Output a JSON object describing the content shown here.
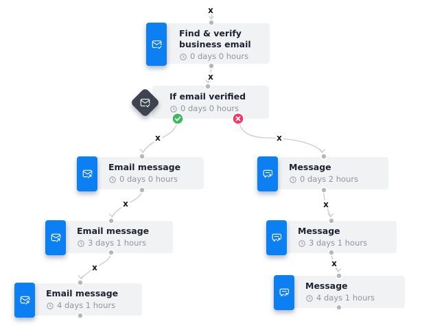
{
  "theme": {
    "accent_blue": "#0c80f2",
    "diamond_dark": "#3d4450",
    "success_green": "#3cb95d",
    "danger_red": "#ee3a64",
    "card_bg": "#f1f2f4",
    "title_color": "#1d2230",
    "muted_color": "#8e949e",
    "connector_color": "#c9cbcf",
    "dot_color": "#b4b7bb",
    "delete_x_color": "#15181d"
  },
  "nodes": {
    "start": {
      "title": "Find & verify business email",
      "delay": "0 days 0 hours",
      "icon": "mail-check-icon"
    },
    "condition": {
      "title": "If email verified",
      "delay": "0 days 0 hours",
      "icon": "mail-check-icon"
    },
    "email_1": {
      "title": "Email message",
      "delay": "0 days 0 hours",
      "icon": "email-send-icon"
    },
    "email_2": {
      "title": "Email message",
      "delay": "3 days 1 hours",
      "icon": "email-send-icon"
    },
    "email_3": {
      "title": "Email message",
      "delay": "4 days 1 hours",
      "icon": "email-send-icon"
    },
    "message_1": {
      "title": "Message",
      "delay": "0 days 2 hours",
      "icon": "message-send-icon"
    },
    "message_2": {
      "title": "Message",
      "delay": "3 days 1 hours",
      "icon": "message-send-icon"
    },
    "message_3": {
      "title": "Message",
      "delay": "4 days 1 hours",
      "icon": "message-send-icon"
    }
  },
  "branches": {
    "yes_icon": "check-icon",
    "no_icon": "cross-icon"
  },
  "connectors": {
    "delete_glyph": "x"
  }
}
